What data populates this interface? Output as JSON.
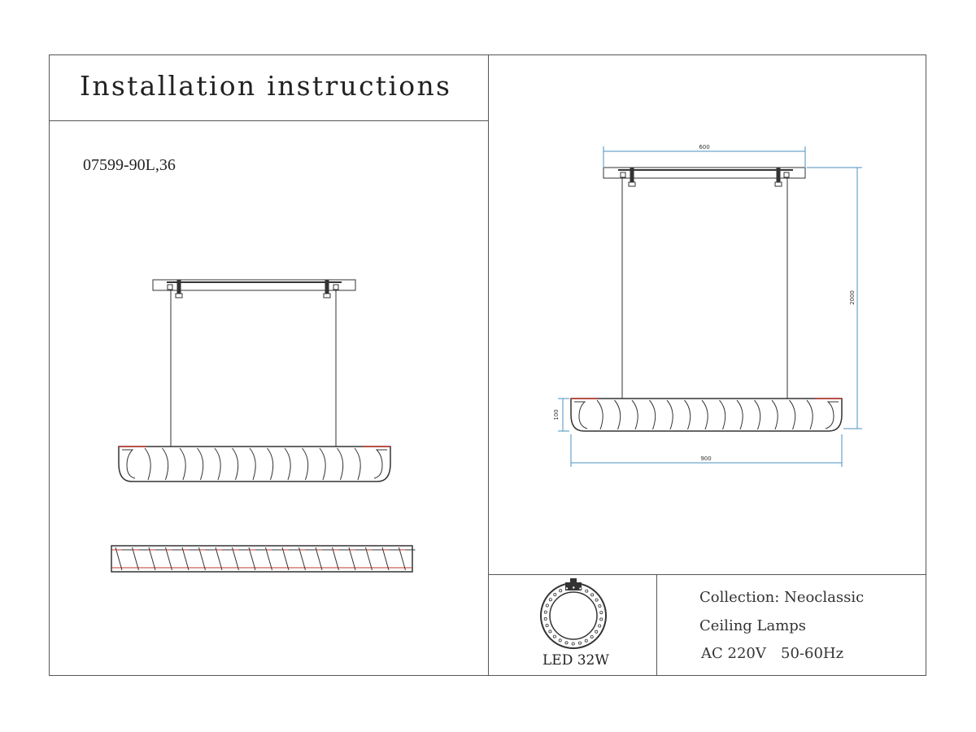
{
  "title": "Installation instructions",
  "model": "07599-90L,36",
  "dimensions": {
    "width_top": "600",
    "height_total": "2000",
    "shade_height": "100",
    "width_bottom": "900"
  },
  "light": {
    "label": "LED 32W",
    "icon": "led-ring-icon"
  },
  "specs": {
    "collection": "Collection: Neoclassic",
    "category": "Ceiling Lamps",
    "voltage": "AC 220V",
    "frequency": "50-60Hz"
  },
  "colors": {
    "line": "#333333",
    "border": "#555555",
    "dimension_line": "#4a90c2",
    "accent_red": "#c0392b"
  }
}
